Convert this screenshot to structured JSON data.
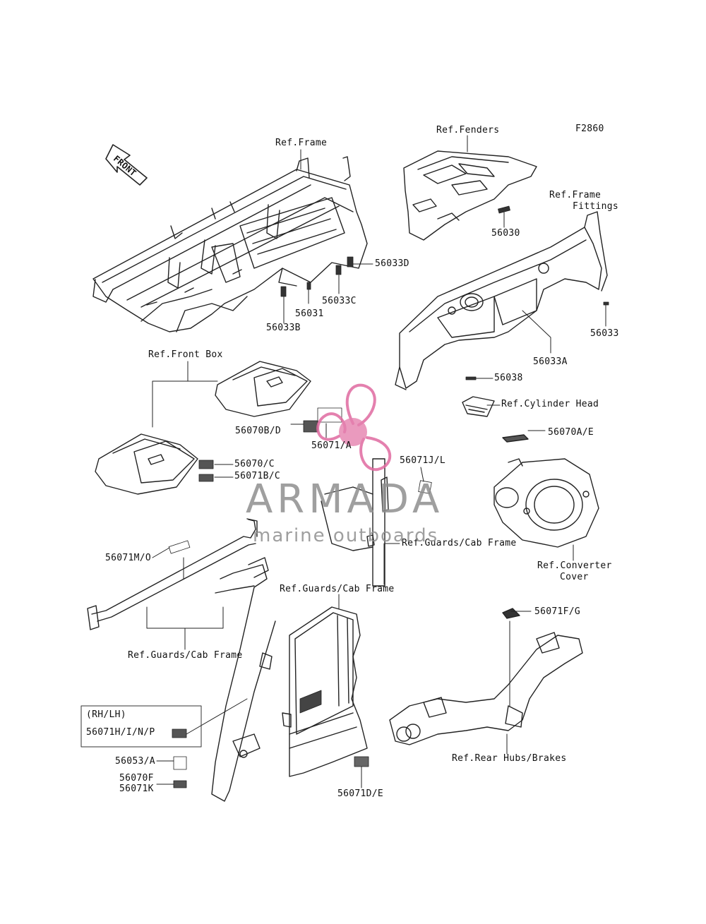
{
  "figure_code": "F2860",
  "front_arrow": "FRONT",
  "refs": {
    "frame": "Ref.Frame",
    "fenders": "Ref.Fenders",
    "frame_fittings_l1": "Ref.Frame",
    "frame_fittings_l2": "Fittings",
    "front_box": "Ref.Front Box",
    "cylinder_head": "Ref.Cylinder Head",
    "guards_cab_1": "Ref.Guards/Cab Frame",
    "converter_l1": "Ref.Converter",
    "converter_l2": "Cover",
    "guards_cab_2": "Ref.Guards/Cab Frame",
    "guards_cab_3": "Ref.Guards/Cab Frame",
    "rear_hubs": "Ref.Rear Hubs/Brakes"
  },
  "parts": {
    "p56030": "56030",
    "p56033D": "56033D",
    "p56033C": "56033C",
    "p56031": "56031",
    "p56033B": "56033B",
    "p56033": "56033",
    "p56033A": "56033A",
    "p56038": "56038",
    "p56070BD": "56070B/D",
    "p56071A": "56071/A",
    "p56070C": "56070/C",
    "p56071BC": "56071B/C",
    "p56071JL": "56071J/L",
    "p56070AE": "56070A/E",
    "p56071MO": "56071M/O",
    "p56071FG": "56071F/G",
    "rhlh": "(RH/LH)",
    "p56071HINP": "56071H/I/N/P",
    "p56053A": "56053/A",
    "p56070F": "56070F",
    "p56071K": "56071K",
    "p56071DE": "56071D/E"
  },
  "watermark": {
    "title": "ARMADA",
    "subtitle": "marine outboards",
    "colors": {
      "text": "#8f8f8f",
      "logo": "#e06aa0"
    }
  }
}
